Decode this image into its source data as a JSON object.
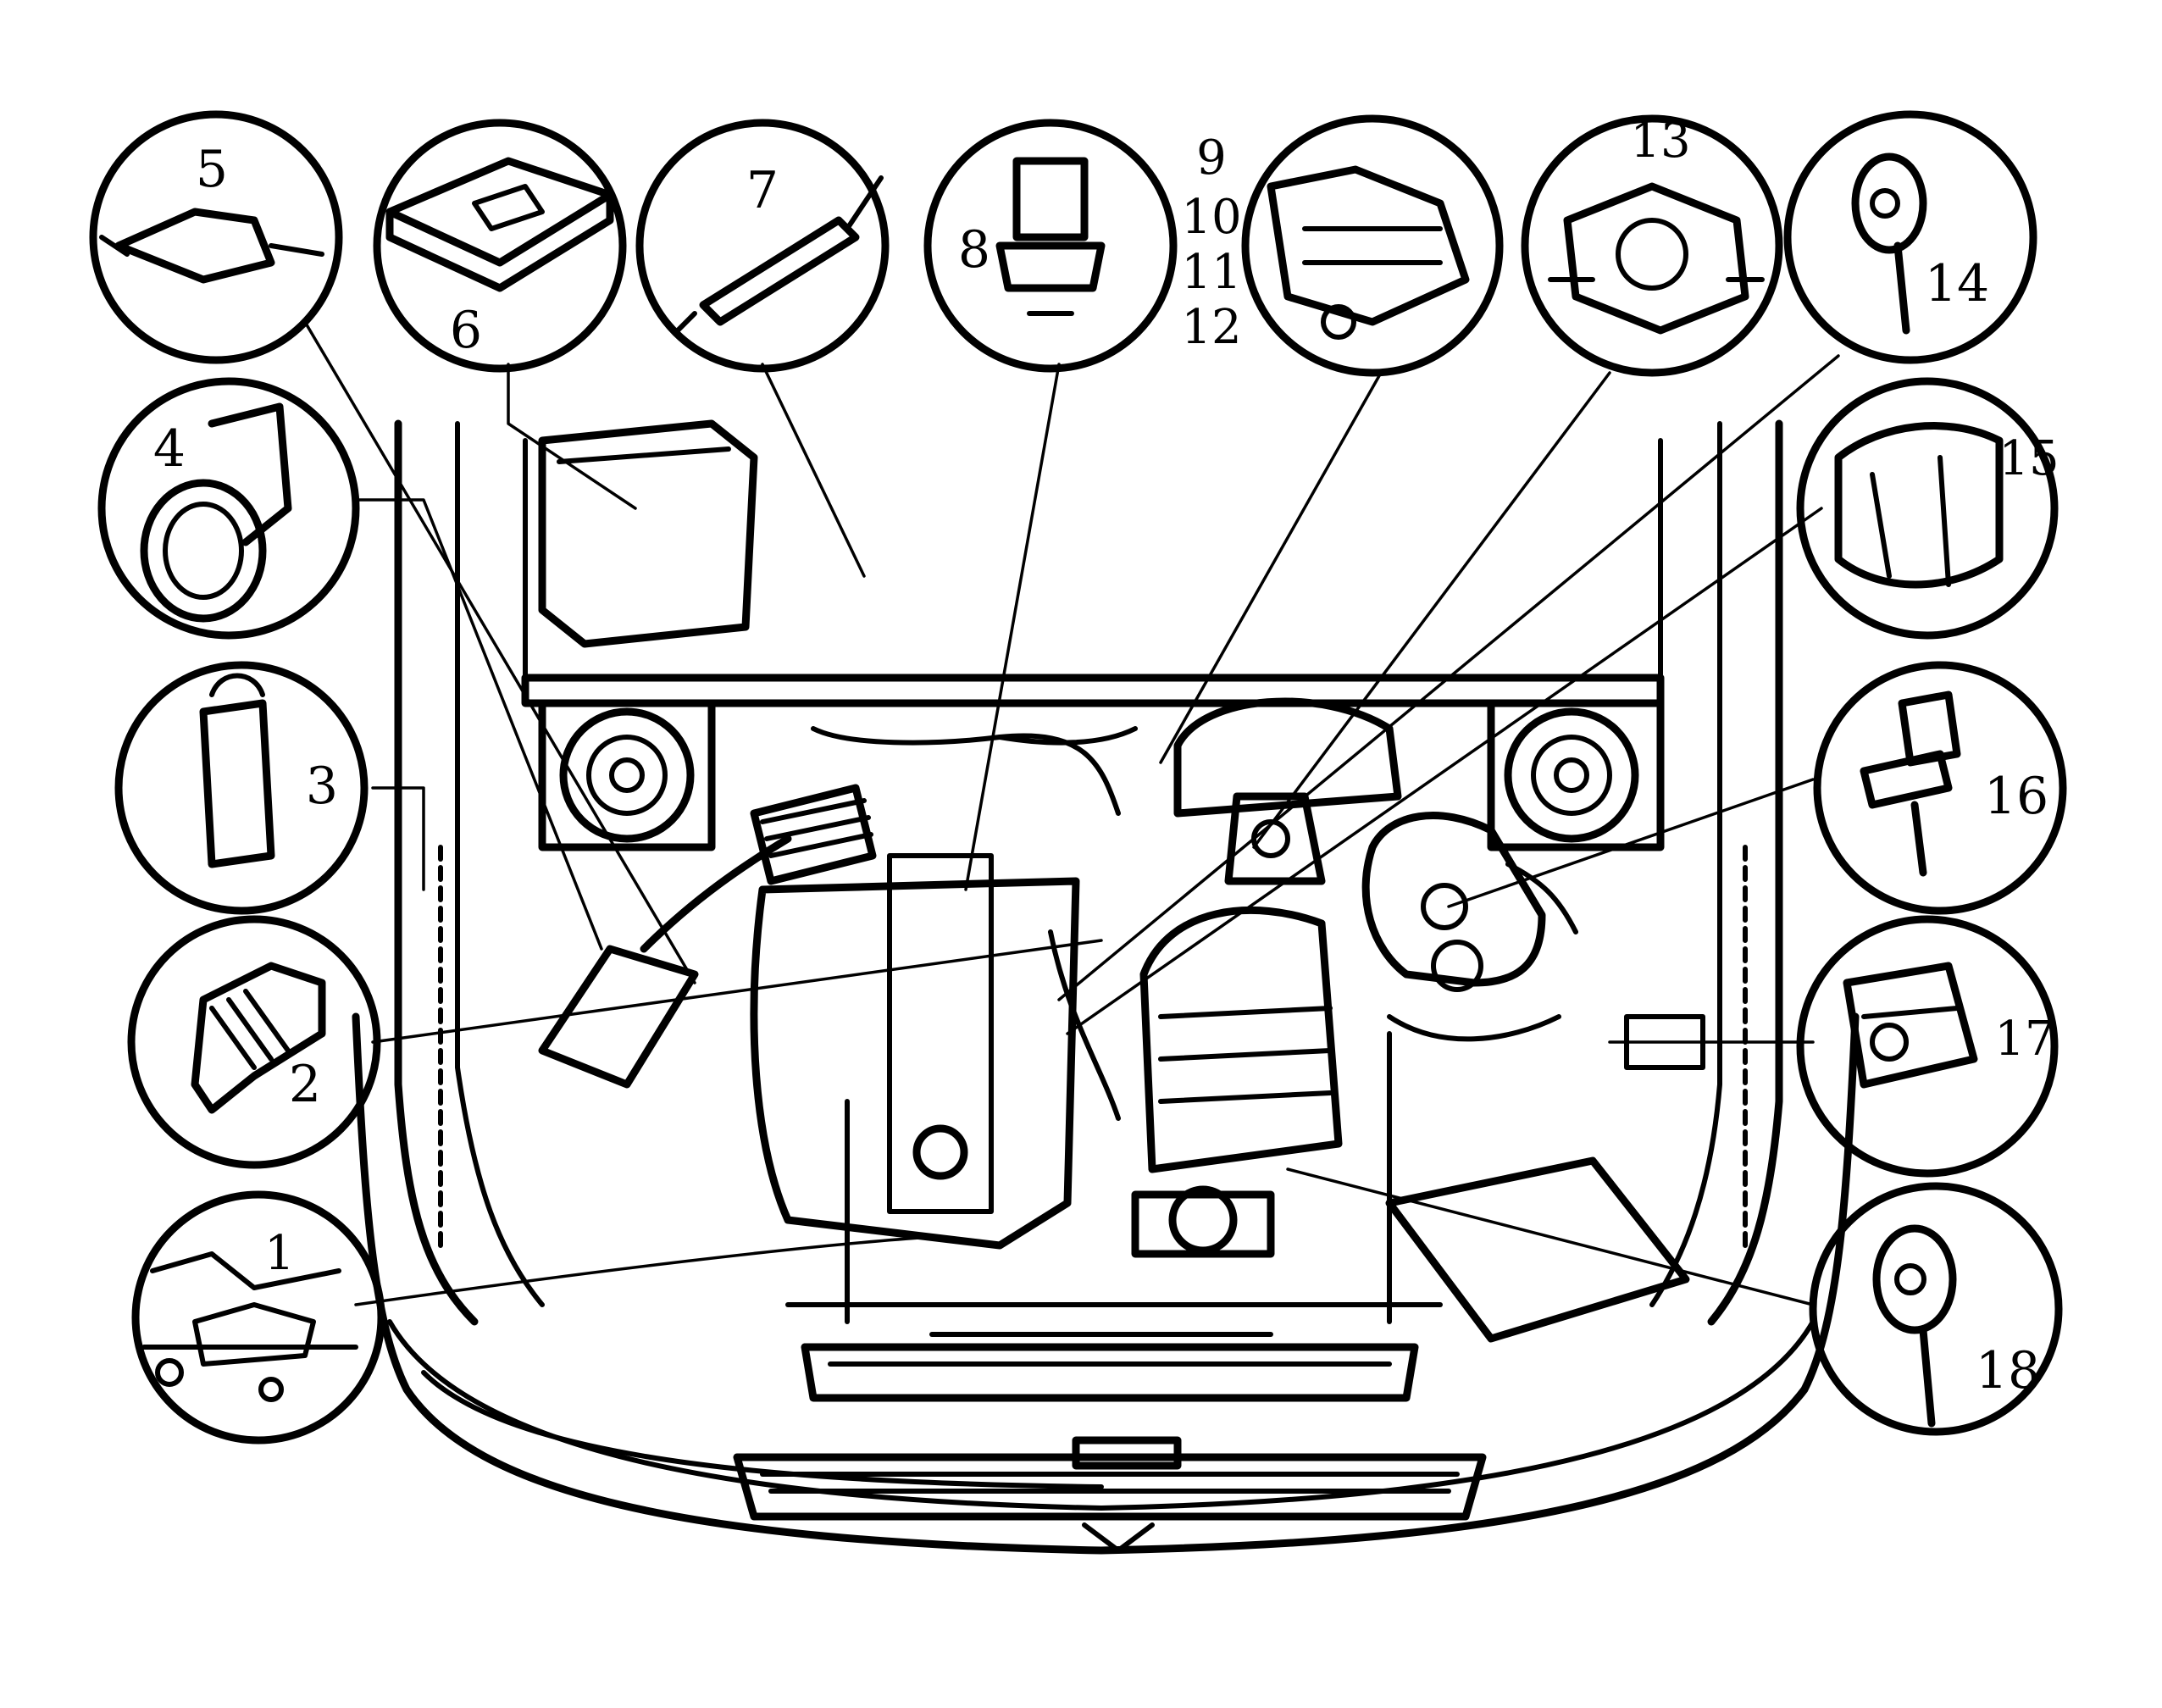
{
  "diagram": {
    "callouts": [
      {
        "id": "1",
        "label": "1"
      },
      {
        "id": "2",
        "label": "2"
      },
      {
        "id": "3",
        "label": "3"
      },
      {
        "id": "4",
        "label": "4"
      },
      {
        "id": "5",
        "label": "5"
      },
      {
        "id": "6",
        "label": "6"
      },
      {
        "id": "7",
        "label": "7"
      },
      {
        "id": "8",
        "label": "8"
      },
      {
        "id": "9",
        "label": "9"
      },
      {
        "id": "10",
        "label": "10"
      },
      {
        "id": "11",
        "label": "11"
      },
      {
        "id": "12",
        "label": "12"
      },
      {
        "id": "13",
        "label": "13"
      },
      {
        "id": "14",
        "label": "14"
      },
      {
        "id": "15",
        "label": "15"
      },
      {
        "id": "16",
        "label": "16"
      },
      {
        "id": "17",
        "label": "17"
      },
      {
        "id": "18",
        "label": "18"
      }
    ],
    "colors": {
      "ink": "#000000",
      "paper": "#ffffff"
    }
  }
}
